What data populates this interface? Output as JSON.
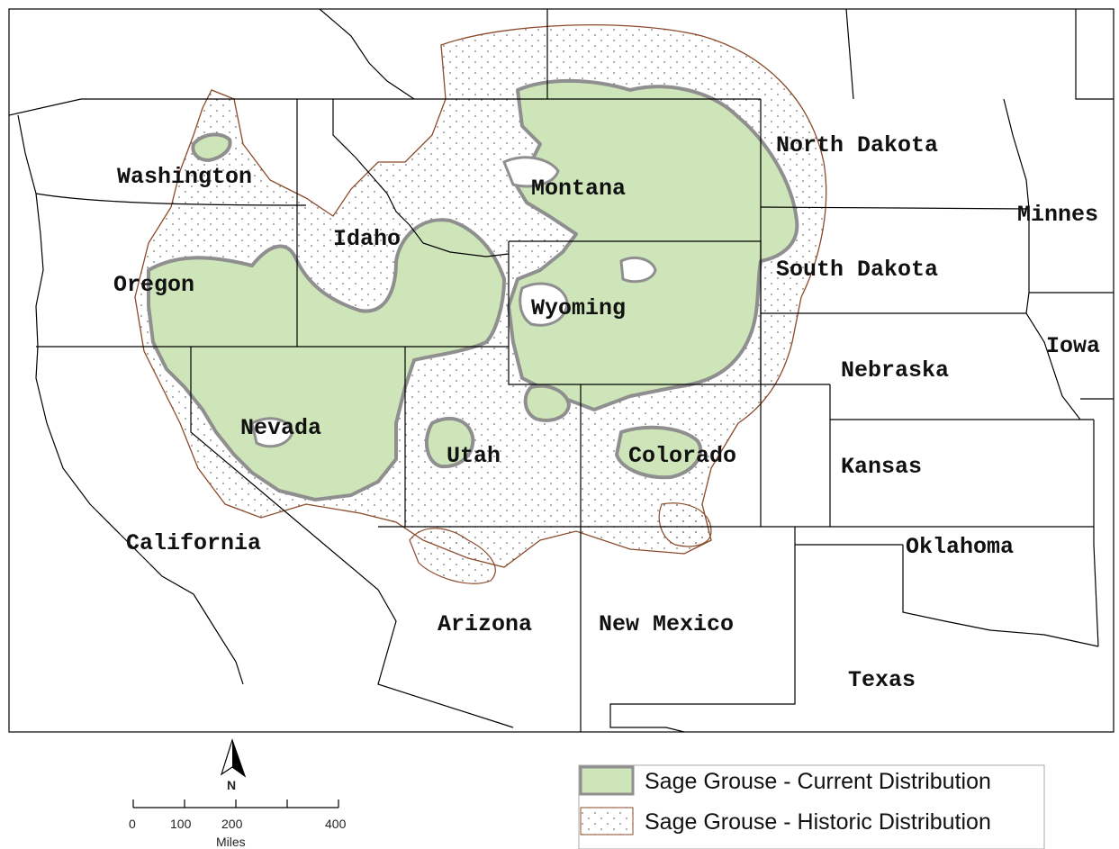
{
  "map": {
    "states": [
      {
        "name": "Washington"
      },
      {
        "name": "Oregon"
      },
      {
        "name": "California"
      },
      {
        "name": "Idaho"
      },
      {
        "name": "Nevada"
      },
      {
        "name": "Montana"
      },
      {
        "name": "Wyoming"
      },
      {
        "name": "Utah"
      },
      {
        "name": "Colorado"
      },
      {
        "name": "Arizona"
      },
      {
        "name": "New Mexico"
      },
      {
        "name": "North Dakota"
      },
      {
        "name": "South Dakota"
      },
      {
        "name": "Nebraska"
      },
      {
        "name": "Kansas"
      },
      {
        "name": "Oklahoma"
      },
      {
        "name": "Texas"
      },
      {
        "name": "Minnes"
      },
      {
        "name": "Iowa"
      }
    ]
  },
  "legend": {
    "current": {
      "label": "Sage Grouse - Current Distribution",
      "color": "#cde5b8"
    },
    "historic": {
      "label": "Sage Grouse - Historic Distribution",
      "outline": "#8b4a2a"
    }
  },
  "north_arrow": {
    "label": "N"
  },
  "scale_bar": {
    "ticks": [
      "0",
      "100",
      "200",
      "400"
    ],
    "units": "Miles"
  },
  "colors": {
    "state_border": "#000000",
    "current_fill": "#cde5b8",
    "current_edge": "#8f8f8f",
    "historic_edge": "#8b4a2a"
  }
}
